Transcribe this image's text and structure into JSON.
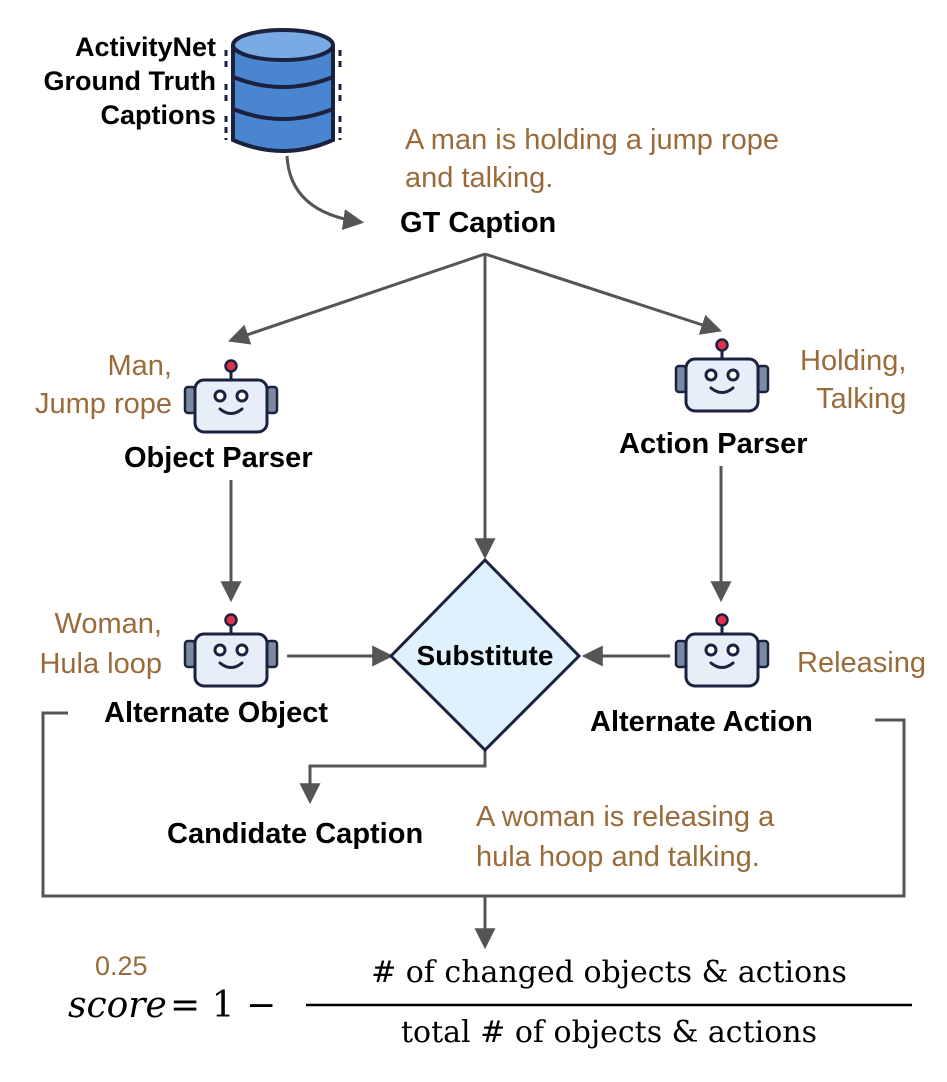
{
  "database": {
    "title_lines": [
      "ActivityNet",
      "Ground Truth",
      "Captions"
    ],
    "icon": "database-icon"
  },
  "gt_caption": {
    "label": "GT Caption",
    "example_lines": [
      "A man is holding a jump rope",
      "and talking."
    ]
  },
  "object_parser": {
    "label": "Object Parser",
    "output_lines": [
      "Man,",
      "Jump rope"
    ],
    "icon": "robot-icon"
  },
  "action_parser": {
    "label": "Action Parser",
    "output_lines": [
      "Holding,",
      "Talking"
    ],
    "icon": "robot-icon"
  },
  "alternate_object": {
    "label": "Alternate Object",
    "output_lines": [
      "Woman,",
      "Hula loop"
    ],
    "icon": "robot-icon"
  },
  "alternate_action": {
    "label": "Alternate Action",
    "output": "Releasing",
    "icon": "robot-icon"
  },
  "substitute": {
    "label": "Substitute"
  },
  "candidate_caption": {
    "label": "Candidate Caption",
    "example_lines": [
      "A woman is releasing a",
      "hula hoop and talking."
    ]
  },
  "score": {
    "value": "0.25",
    "lhs": "score",
    "equals_one_minus": "= 1 −",
    "numerator": "# of changed objects & actions",
    "denominator": "total # of objects & actions"
  },
  "colors": {
    "text_example": "#9a6b3a",
    "arrow": "#555555",
    "diamond_fill": "#dff1fc",
    "robot_fill": "#e8eef8",
    "robot_outline": "#1a2240",
    "robot_antenna": "#e0304a",
    "db_blue": "#4a86d0"
  }
}
